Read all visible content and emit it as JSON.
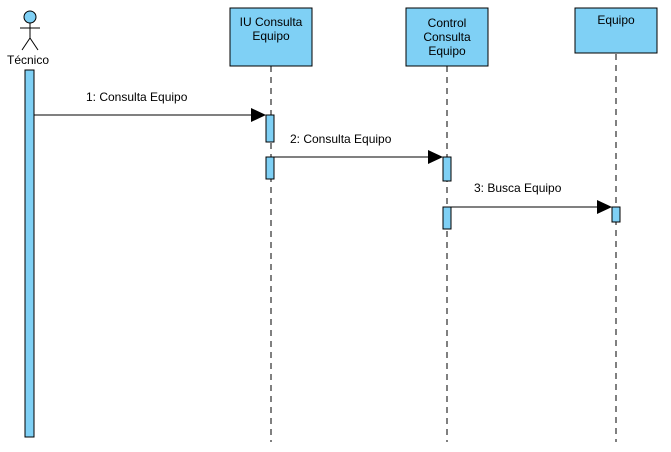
{
  "actor": {
    "name": "Técnico"
  },
  "lifelines": [
    {
      "label": "IU Consulta Equipo"
    },
    {
      "label": "Control Consulta Equipo"
    },
    {
      "label": "Equipo"
    }
  ],
  "messages": [
    {
      "label": "1: Consulta Equipo"
    },
    {
      "label": "2: Consulta Equipo"
    },
    {
      "label": "3: Busca Equipo"
    }
  ],
  "colors": {
    "box_fill": "#7fd0f5",
    "activation_fill": "#7fd0f5",
    "stroke": "#000000",
    "actor_head": "#7fd0f5"
  }
}
